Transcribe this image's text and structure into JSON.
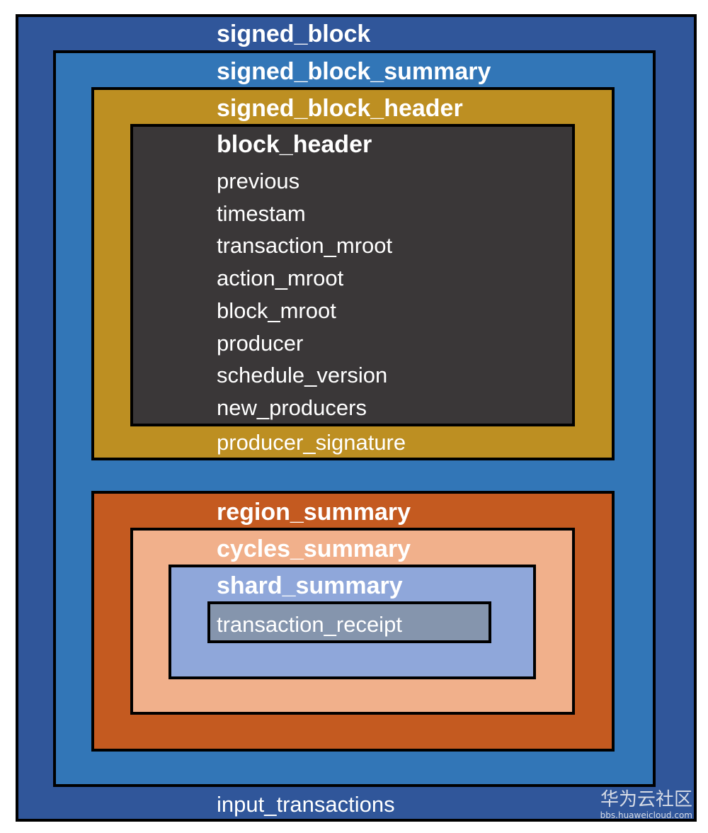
{
  "colors": {
    "signed_block": "#30569a",
    "signed_block_summary": "#3276b7",
    "signed_block_header": "#bd8f22",
    "block_header": "#3a3738",
    "region_summary": "#c45a20",
    "cycles_summary": "#f1b08b",
    "shard_summary": "#8fa7da",
    "transaction_receipt": "#8595ad",
    "border": "#000000",
    "text": "#ffffff"
  },
  "signed_block": {
    "title": "signed_block",
    "footer": "input_transactions"
  },
  "signed_block_summary": {
    "title": "signed_block_summary"
  },
  "signed_block_header": {
    "title": "signed_block_header",
    "footer": "producer_signature"
  },
  "block_header": {
    "title": "block_header",
    "fields": [
      "previous",
      "timestam",
      "transaction_mroot",
      "action_mroot",
      "block_mroot",
      "producer",
      "schedule_version",
      "new_producers"
    ]
  },
  "region_summary": {
    "title": "region_summary"
  },
  "cycles_summary": {
    "title": "cycles_summary"
  },
  "shard_summary": {
    "title": "shard_summary"
  },
  "transaction_receipt": {
    "title": "transaction_receipt"
  },
  "watermark": {
    "text": "华为云社区",
    "url": "bbs.huaweicloud.com"
  }
}
